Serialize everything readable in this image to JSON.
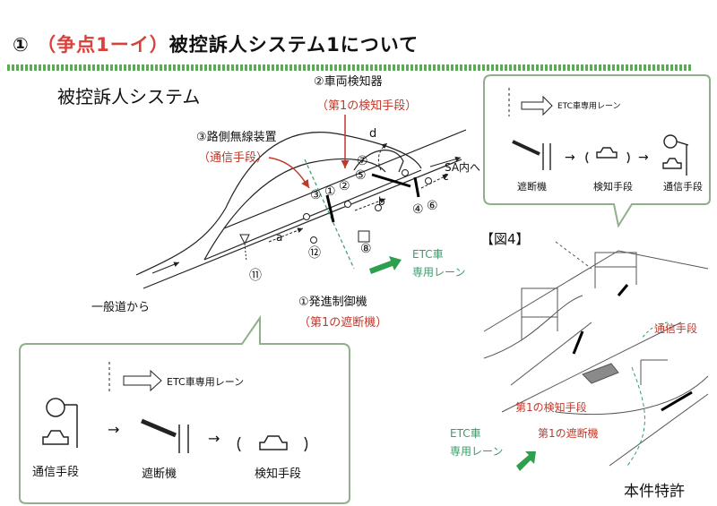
{
  "title": {
    "prefix": "① ",
    "accent": "（争点1ーイ）",
    "main": "被控訴人システム1について"
  },
  "subtitle": "被控訴人システム",
  "left_diagram": {
    "sensor_label": "②車両検知器",
    "sensor_sub": "（第1の検知手段）",
    "radio_label": "③路側無線装置",
    "radio_sub": "（通信手段）",
    "gate_label": "①発進制御機",
    "gate_sub": "（第1の遮断機）",
    "etc_lane": "ETC車\n専用レーン",
    "entry_label": "一般道から",
    "exit_label": "SA内へ",
    "path_a": "a",
    "path_b": "b",
    "path_c": "c",
    "path_d": "d",
    "nums": [
      "③",
      "①",
      "②",
      "⑦",
      "⑤",
      "④",
      "⑥",
      "⑧",
      "⑫",
      "⑪"
    ]
  },
  "top_bubble": {
    "lane_label": "ETC車専用レーン",
    "step1": "遮断機",
    "step2": "検知手段",
    "step3": "通信手段",
    "arrow": "→"
  },
  "bottom_bubble": {
    "lane_label": "ETC車専用レーン",
    "step1": "通信手段",
    "step2": "遮断機",
    "step3": "検知手段",
    "arrow": "→"
  },
  "figure": {
    "caption": "【図4】",
    "comm_label": "通信手段",
    "detect_label": "第1の検知手段",
    "gate_label": "第1の遮断機",
    "etc_lane": "ETC車\n専用レーン",
    "footer": "本件特許"
  },
  "colors": {
    "accent": "#d8403b",
    "green": "#3f9a3d",
    "etc_green": "#3a9a68",
    "arrow_green": "#2ea04d"
  }
}
